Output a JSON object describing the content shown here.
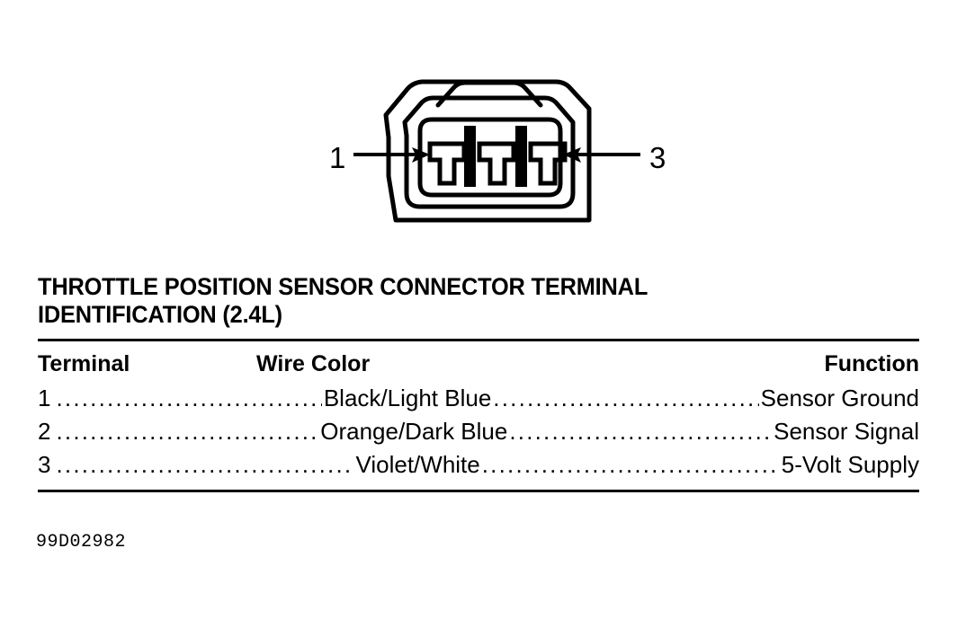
{
  "figure": {
    "name": "throttle-position-sensor-connector-diagram",
    "terminal_callouts": [
      {
        "label": "1",
        "side": "left",
        "arrow": "arrow-right-icon"
      },
      {
        "label": "3",
        "side": "right",
        "arrow": "arrow-left-icon"
      }
    ],
    "cavity_count": 3,
    "line_color": "#000000",
    "fill_color": "#ffffff"
  },
  "table": {
    "title_line1": "THROTTLE POSITION SENSOR CONNECTOR TERMINAL",
    "title_line2": "IDENTIFICATION (2.4L)",
    "headers": {
      "terminal": "Terminal",
      "wire_color": "Wire Color",
      "function": "Function"
    },
    "rows": [
      {
        "terminal": "1",
        "wire_color": "Black/Light Blue",
        "function": "Sensor Ground"
      },
      {
        "terminal": "2",
        "wire_color": "Orange/Dark Blue",
        "function": "Sensor Signal"
      },
      {
        "terminal": "3",
        "wire_color": "Violet/White",
        "function": "5-Volt Supply"
      }
    ]
  },
  "footer": {
    "code": "99D02982"
  }
}
